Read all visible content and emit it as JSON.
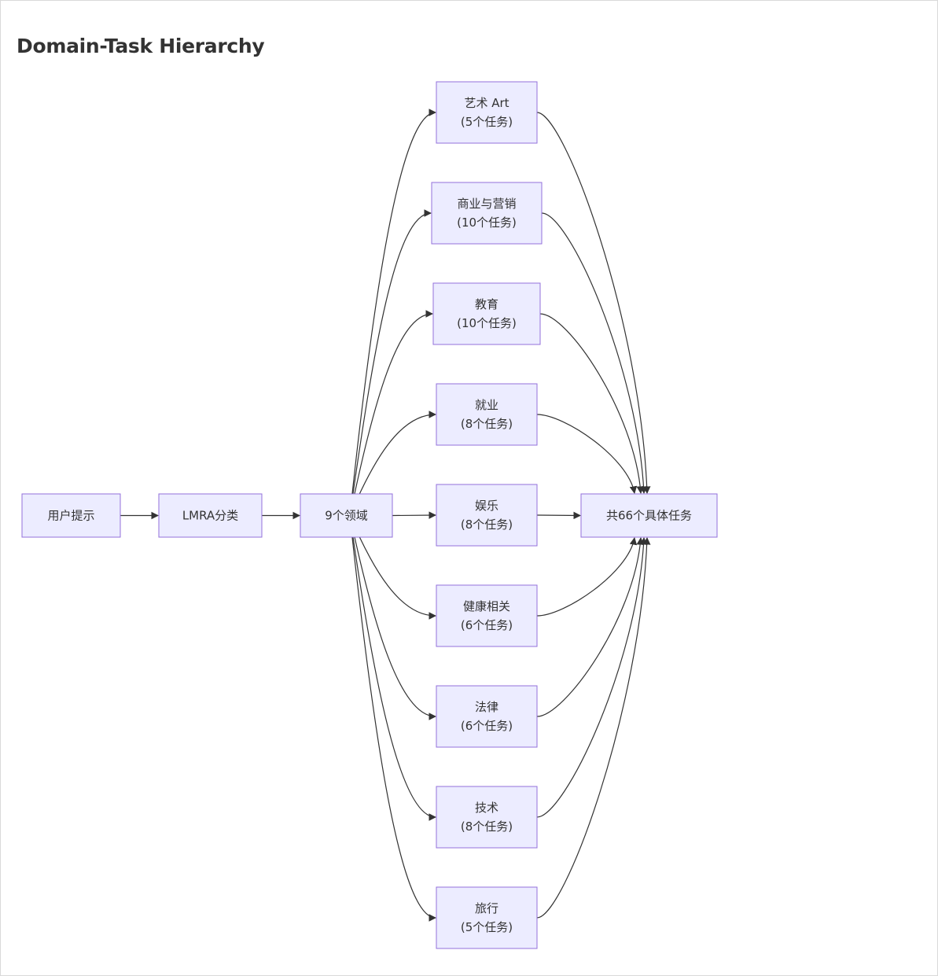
{
  "title": "Domain-Task Hierarchy",
  "colors": {
    "node_fill": "#ECECFF",
    "node_stroke": "#9370DB",
    "edge": "#333333",
    "text": "#333333"
  },
  "nodes": {
    "user_prompt": {
      "lines": [
        "用户提示"
      ]
    },
    "lmra": {
      "lines": [
        "LMRA分类"
      ]
    },
    "domains": {
      "lines": [
        "9个领域"
      ]
    },
    "art": {
      "lines": [
        "艺术 Art",
        "(5个任务)"
      ]
    },
    "business": {
      "lines": [
        "商业与营销",
        "(10个任务)"
      ]
    },
    "education": {
      "lines": [
        "教育",
        "(10个任务)"
      ]
    },
    "employment": {
      "lines": [
        "就业",
        "(8个任务)"
      ]
    },
    "entertainment": {
      "lines": [
        "娱乐",
        "(8个任务)"
      ]
    },
    "health": {
      "lines": [
        "健康相关",
        "(6个任务)"
      ]
    },
    "legal": {
      "lines": [
        "法律",
        "(6个任务)"
      ]
    },
    "technology": {
      "lines": [
        "技术",
        "(8个任务)"
      ]
    },
    "travel": {
      "lines": [
        "旅行",
        "(5个任务)"
      ]
    },
    "total": {
      "lines": [
        "共66个具体任务"
      ]
    }
  },
  "edges": [
    [
      "user_prompt",
      "lmra"
    ],
    [
      "lmra",
      "domains"
    ],
    [
      "domains",
      "art"
    ],
    [
      "domains",
      "business"
    ],
    [
      "domains",
      "education"
    ],
    [
      "domains",
      "employment"
    ],
    [
      "domains",
      "entertainment"
    ],
    [
      "domains",
      "health"
    ],
    [
      "domains",
      "legal"
    ],
    [
      "domains",
      "technology"
    ],
    [
      "domains",
      "travel"
    ],
    [
      "art",
      "total"
    ],
    [
      "business",
      "total"
    ],
    [
      "education",
      "total"
    ],
    [
      "employment",
      "total"
    ],
    [
      "entertainment",
      "total"
    ],
    [
      "health",
      "total"
    ],
    [
      "legal",
      "total"
    ],
    [
      "technology",
      "total"
    ],
    [
      "travel",
      "total"
    ]
  ]
}
